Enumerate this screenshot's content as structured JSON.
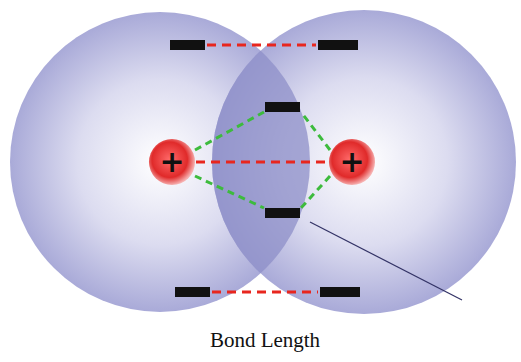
{
  "diagram": {
    "nodes": [
      {
        "text": [
          "+"
        ]
      },
      {
        "text": [
          "+"
        ]
      }
    ],
    "edges": [
      {
        "from": 0,
        "to": 1,
        "arrow": "none"
      }
    ],
    "labels": [
      "Bond Length"
    ]
  }
}
